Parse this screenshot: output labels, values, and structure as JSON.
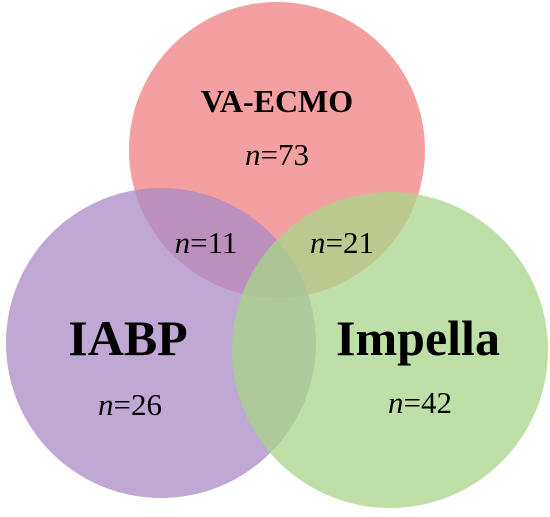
{
  "diagram": {
    "type": "venn",
    "sets": [
      {
        "id": "va_ecmo",
        "label": "VA-ECMO",
        "count": "73",
        "color": "#f08080",
        "opacity": 0.75
      },
      {
        "id": "iabp",
        "label": "IABP",
        "count": "26",
        "color": "#a98bc6",
        "opacity": 0.75
      },
      {
        "id": "impella",
        "label": "Impella",
        "count": "42",
        "color": "#a8d688",
        "opacity": 0.75
      }
    ],
    "intersections": [
      {
        "sets": [
          "va_ecmo",
          "iabp"
        ],
        "count": "11"
      },
      {
        "sets": [
          "va_ecmo",
          "impella"
        ],
        "count": "21"
      }
    ],
    "n_symbol": "n",
    "equals": "="
  }
}
